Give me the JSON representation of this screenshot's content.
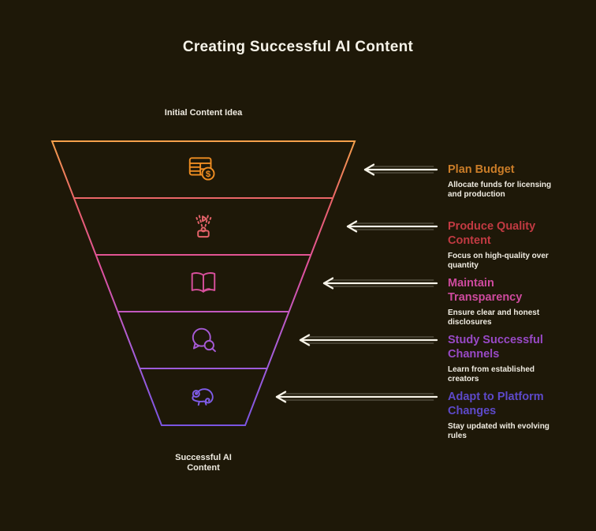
{
  "title": "Creating Successful AI Content",
  "colors": {
    "background": "#1e1808",
    "text": "#f6f3e9",
    "arrow": "#f7f3e8"
  },
  "funnel": {
    "top_label": "Initial Content Idea",
    "bottom_label": "Successful AI Content",
    "gradient": [
      "#f5a04b",
      "#ea616b",
      "#e0519f",
      "#ab5ed8",
      "#7b55e2"
    ],
    "stages": [
      {
        "title": "Plan Budget",
        "description": "Allocate funds for licensing and production",
        "title_color": "#cb7d28",
        "icon": "budget-table-icon",
        "icon_color": "#ef8d22"
      },
      {
        "title": "Produce Quality Content",
        "description": "Focus on high-quality over quantity",
        "title_color": "#c23a42",
        "icon": "video-projector-icon",
        "icon_color": "#e5636a"
      },
      {
        "title": "Maintain Transparency",
        "description": "Ensure clear and honest disclosures",
        "title_color": "#ce4a9e",
        "icon": "open-book-icon",
        "icon_color": "#d8509d"
      },
      {
        "title": "Study Successful Channels",
        "description": "Learn from established creators",
        "title_color": "#9849c6",
        "icon": "chat-search-icon",
        "icon_color": "#a65ad6"
      },
      {
        "title": "Adapt to Platform Changes",
        "description": "Stay updated with evolving rules",
        "title_color": "#5d49c9",
        "icon": "chameleon-icon",
        "icon_color": "#7f5ce8"
      }
    ]
  }
}
